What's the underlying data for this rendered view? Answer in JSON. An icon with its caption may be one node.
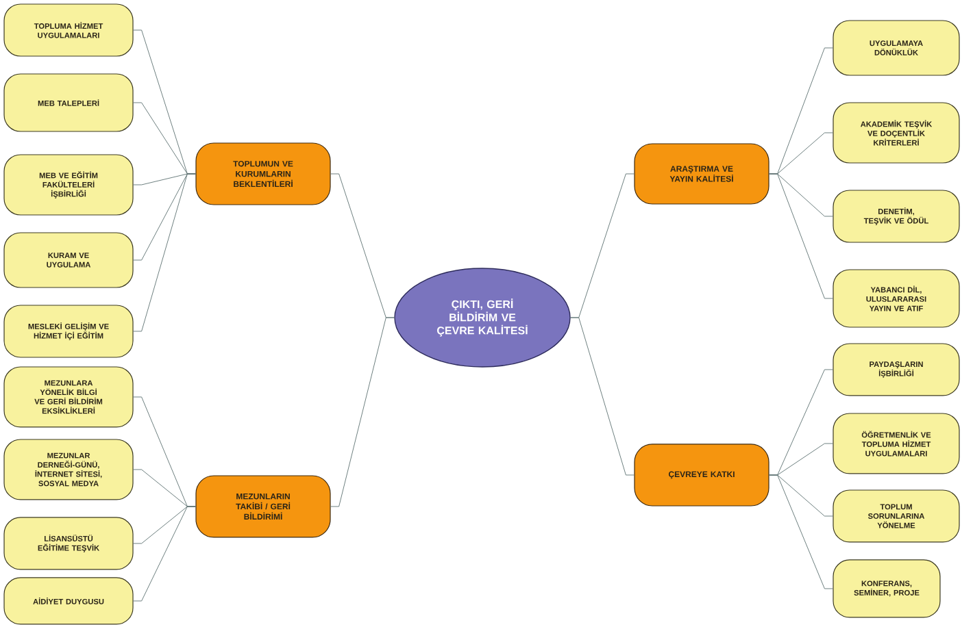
{
  "diagram": {
    "nodes": [
      {
        "text": [
          "ÇIKTI, GERİ BİLDİRİM VE ÇEVRE KALİTESİ"
        ]
      },
      {
        "text": [
          "TOPLUMUN VE KURUMLARIN BEKLENTİLERİ"
        ]
      },
      {
        "text": [
          "TOPLUMA HİZMET UYGULAMALARI"
        ]
      },
      {
        "text": [
          "MEB TALEPLERİ"
        ]
      },
      {
        "text": [
          "MEB VE EĞİTİM FAKÜLTELERİ İŞBİRLİĞİ"
        ]
      },
      {
        "text": [
          "KURAM VE UYGULAMA"
        ]
      },
      {
        "text": [
          "MESLEKİ GELİŞİM VE HİZMET İÇİ EĞİTİM"
        ]
      },
      {
        "text": [
          "MEZUNLARIN TAKİBİ / GERİ BİLDİRİMİ"
        ]
      },
      {
        "text": [
          "MEZUNLARA YÖNELİK BİLGİ VE GERİ BİLDİRİM EKSİKLİKLERİ"
        ]
      },
      {
        "text": [
          "MEZUNLAR DERNEĞİ-GÜNÜ, İNTERNET SİTESİ, SOSYAL MEDYA"
        ]
      },
      {
        "text": [
          "LİSANSÜSTÜ EĞİTİME TEŞVİK"
        ]
      },
      {
        "text": [
          "AİDİYET DUYGUSU"
        ]
      },
      {
        "text": [
          "ARAŞTIRMA VE YAYIN KALİTESİ"
        ]
      },
      {
        "text": [
          "UYGULAMAYA DÖNÜKLÜK"
        ]
      },
      {
        "text": [
          "AKADEMİK TEŞVİK VE DOÇENTLİK KRİTERLERİ"
        ]
      },
      {
        "text": [
          "DENETİM, TEŞVİK VE ÖDÜL"
        ]
      },
      {
        "text": [
          "YABANCI DİL, ULUSLARARASI YAYIN VE ATIF"
        ]
      },
      {
        "text": [
          "ÇEVREYE KATKI"
        ]
      },
      {
        "text": [
          "PAYDAŞLARIN İŞBİRLİĞİ"
        ]
      },
      {
        "text": [
          "ÖĞRETMENLİK VE TOPLUMA HİZMET UYGULAMALARI"
        ]
      },
      {
        "text": [
          "TOPLUM SORUNLARINA YÖNELME"
        ]
      },
      {
        "text": [
          "KONFERANS, SEMİNER, PROJE"
        ]
      }
    ],
    "edges": [
      {
        "from": 0,
        "to": 1,
        "arrow": "none"
      },
      {
        "from": 0,
        "to": 7,
        "arrow": "none"
      },
      {
        "from": 0,
        "to": 12,
        "arrow": "none"
      },
      {
        "from": 0,
        "to": 17,
        "arrow": "none"
      },
      {
        "from": 1,
        "to": 2,
        "arrow": "none"
      },
      {
        "from": 1,
        "to": 3,
        "arrow": "none"
      },
      {
        "from": 1,
        "to": 4,
        "arrow": "none"
      },
      {
        "from": 1,
        "to": 5,
        "arrow": "none"
      },
      {
        "from": 1,
        "to": 6,
        "arrow": "none"
      },
      {
        "from": 7,
        "to": 8,
        "arrow": "none"
      },
      {
        "from": 7,
        "to": 9,
        "arrow": "none"
      },
      {
        "from": 7,
        "to": 10,
        "arrow": "none"
      },
      {
        "from": 7,
        "to": 11,
        "arrow": "none"
      },
      {
        "from": 12,
        "to": 13,
        "arrow": "none"
      },
      {
        "from": 12,
        "to": 14,
        "arrow": "none"
      },
      {
        "from": 12,
        "to": 15,
        "arrow": "none"
      },
      {
        "from": 12,
        "to": 16,
        "arrow": "none"
      },
      {
        "from": 17,
        "to": 18,
        "arrow": "none"
      },
      {
        "from": 17,
        "to": 19,
        "arrow": "none"
      },
      {
        "from": 17,
        "to": 20,
        "arrow": "none"
      },
      {
        "from": 17,
        "to": 21,
        "arrow": "none"
      }
    ]
  }
}
